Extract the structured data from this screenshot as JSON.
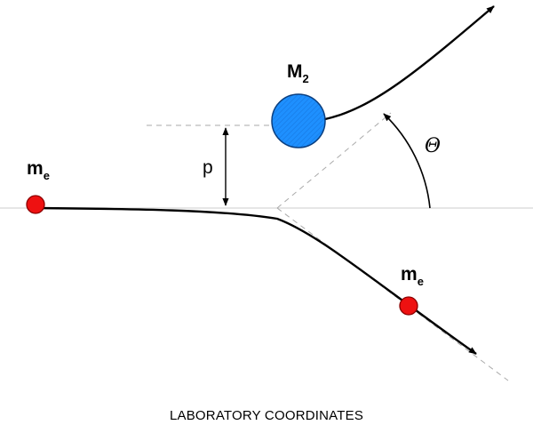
{
  "diagram": {
    "caption": "LABORATORY COORDINATES",
    "labels": {
      "heavy_particle": "M",
      "heavy_particle_sub": "2",
      "electron_incoming": "m",
      "electron_incoming_sub": "e",
      "electron_outgoing": "m",
      "electron_outgoing_sub": "e",
      "impact_parameter": "p",
      "scattering_angle": "Θ"
    },
    "colors": {
      "heavy_particle_fill": "#1e90ff",
      "electron_fill": "#ee1111",
      "trajectory": "#000000",
      "guide_lines": "#aaaaaa",
      "axis_line": "#cccccc"
    }
  }
}
